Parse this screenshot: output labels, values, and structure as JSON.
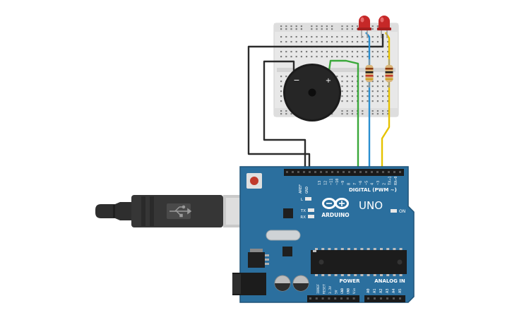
{
  "board": {
    "brand": "ARDUINO",
    "model": "UNO",
    "digital_label": "DIGITAL (PWM ~)",
    "power_label": "POWER",
    "analog_label": "ANALOG IN",
    "on_label": "ON",
    "tx_label": "TX",
    "rx_label": "RX",
    "l_label": "L",
    "aref_label": "AREF",
    "gnd_label": "GND",
    "digital_pins": [
      "13",
      "12",
      "~11",
      "~10",
      "~9",
      "8",
      "7",
      "~6",
      "~5",
      "4",
      "~3",
      "2",
      "TX→1",
      "RX←0"
    ],
    "power_pins": [
      "IOREF",
      "RESET",
      "3.3V",
      "5V",
      "GND",
      "GND",
      "Vin"
    ],
    "analog_pins": [
      "A0",
      "A1",
      "A2",
      "A3",
      "A4",
      "A5"
    ]
  },
  "buzzer": {
    "minus": "−",
    "plus": "+"
  },
  "colors": {
    "board_blue": "#2b6f9e",
    "board_edge": "#1f5478",
    "breadboard": "#e6e6e6",
    "wire_black": "#2b2b2b",
    "wire_green": "#3aa83a",
    "wire_blue": "#2a8fd0",
    "wire_yellow": "#e6c200",
    "led_red": "#c62828"
  }
}
